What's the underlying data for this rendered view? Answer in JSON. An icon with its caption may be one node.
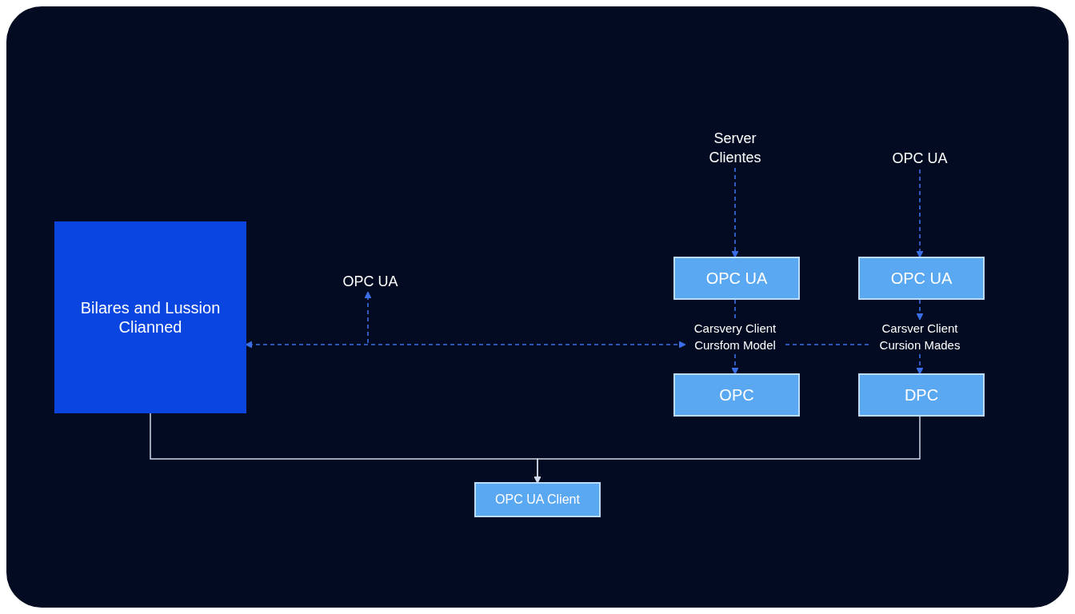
{
  "diagram": {
    "nodes": [
      {
        "text": [
          "Bilares and Lussion Clianned"
        ]
      },
      {
        "text": [
          "OPC UA"
        ]
      },
      {
        "text": [
          "Server Clientes"
        ]
      },
      {
        "text": [
          "OPC UA"
        ]
      },
      {
        "text": [
          "OPC UA"
        ]
      },
      {
        "text": [
          "OPC UA"
        ]
      },
      {
        "text": [
          "Carsvery Client Cursfom Model"
        ]
      },
      {
        "text": [
          "Carsver Client Cursion Mades"
        ]
      },
      {
        "text": [
          "OPC"
        ]
      },
      {
        "text": [
          "DPC"
        ]
      },
      {
        "text": [
          "OPC UA Client"
        ]
      }
    ],
    "edges": [
      {
        "from": 2,
        "to": 4,
        "arrow": "to",
        "style": "dashed"
      },
      {
        "from": 3,
        "to": 5,
        "arrow": "to",
        "style": "dashed"
      },
      {
        "from": 4,
        "to": 6,
        "arrow": "none",
        "style": "dashed"
      },
      {
        "from": 5,
        "to": 7,
        "arrow": "to",
        "style": "dashed"
      },
      {
        "from": 6,
        "to": 8,
        "arrow": "to",
        "style": "dashed"
      },
      {
        "from": 7,
        "to": 9,
        "arrow": "to",
        "style": "dashed"
      },
      {
        "from": 6,
        "to": 0,
        "arrow": "both",
        "style": "dashed"
      },
      {
        "from": 7,
        "to": 6,
        "arrow": "none",
        "style": "dashed"
      },
      {
        "from": null,
        "to": 1,
        "arrow": "to",
        "style": "dashed"
      },
      {
        "from": 0,
        "to": 10,
        "arrow": "to",
        "color": "#d0d8e8"
      },
      {
        "from": 9,
        "to": 10,
        "arrow": "to",
        "color": "#d0d8e8"
      }
    ]
  }
}
